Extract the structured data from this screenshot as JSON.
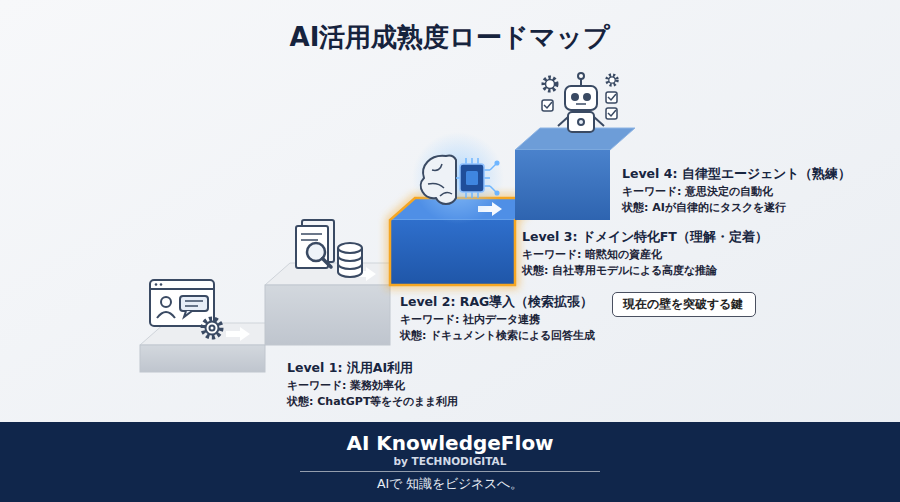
{
  "diagram": {
    "title": "AI活用成熟度ロードマップ",
    "nodes": [
      {
        "text": [
          "現在の壁を突破する鍵"
        ]
      },
      {
        "text": [
          "AI KnowledgeFlow",
          "by TECHNODIGITAL",
          "AIで 知識をビジネスへ。"
        ]
      }
    ],
    "labels": [
      "Level 1: 汎用AI利用",
      "キーワード: 業務効率化",
      "状態: ChatGPT等をそのまま利用",
      "Level 2: RAG導入（検索拡張）",
      "キーワード: 社内データ連携",
      "状態: ドキュメント検索による回答生成",
      "Level 3: ドメイン特化FT（理解・定着）",
      "キーワード: 暗黙知の資産化",
      "状態: 自社専用モデルによる高度な推論",
      "Level 4: 自律型エージェント（熟練）",
      "キーワード: 意思決定の自動化",
      "状態: AIが自律的にタスクを遂行"
    ]
  }
}
